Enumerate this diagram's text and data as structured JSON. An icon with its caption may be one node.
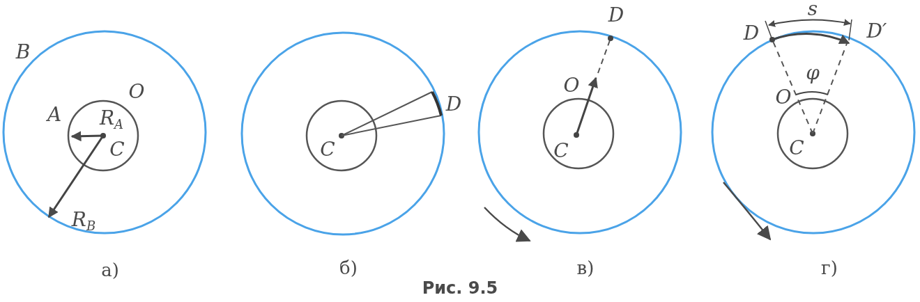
{
  "diagram": {
    "caption": "Рис. 9.5",
    "labels": [
      "B",
      "O",
      "A",
      "R$_{A}$",
      "C",
      "R$_{B}$",
      "а)",
      "D",
      "C",
      "б)",
      "D",
      "O",
      "C",
      "в)",
      "s",
      "D",
      "D′",
      "φ",
      "O",
      "C",
      "г)"
    ]
  }
}
